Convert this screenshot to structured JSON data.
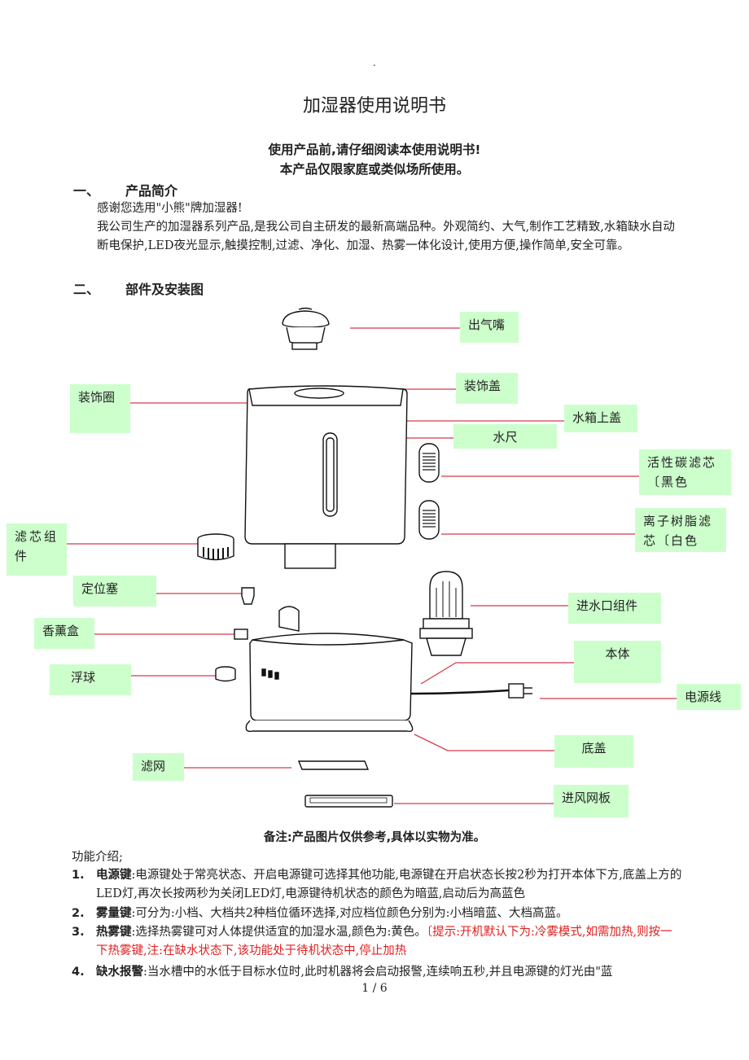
{
  "header": {
    "dot": "."
  },
  "title": "加湿器使用说明书",
  "subtitle1": "使用产品前,请仔细阅读本使用说明书!",
  "subtitle2": "本产品仅限家庭或类似场所使用。",
  "sections": [
    {
      "num": "一、",
      "title": "产品简介"
    },
    {
      "num": "二、",
      "title": "部件及安装图"
    }
  ],
  "intro": {
    "line1": "感谢您选用\"小熊\"牌加湿器!",
    "para": "我公司生产的加湿器系列产品,是我公司自主研发的最新高端品种。外观简约、大气,制作工艺精致,水箱缺水自动断电保护,LED夜光显示,触摸控制,过滤、净化、加湿、热雾一体化设计,使用方便,操作简单,安全可靠。"
  },
  "labels": {
    "outlet": "出气嘴",
    "deco_ring": "装饰圈",
    "deco_cover": "装饰盖",
    "tank_lid": "水箱上盖",
    "water_gauge": "水尺",
    "carbon_filter": "活性碳滤芯〔黑色",
    "resin_filter": "离子树脂滤芯〔白色",
    "filter_assembly": "滤芯组件",
    "position_plug": "定位塞",
    "inlet_assembly": "进水口组件",
    "aroma_box": "香薰盒",
    "body": "本体",
    "float": "浮球",
    "power_cord": "电源线",
    "bottom_cover": "底盖",
    "screen": "滤网",
    "air_panel": "进风网板"
  },
  "note": "备注:产品图片仅供参考,具体以实物为准。",
  "features_intro": "功能介绍;",
  "features": [
    {
      "num": "1.",
      "name": "电源键",
      "text": ":电源键处于常亮状态、开启电源键可选择其他功能,电源键在开启状态长按2秒为打开本体下方,底盖上方的LED灯,再次长按两秒为关闭LED灯,电源键待机状态的颜色为暗蓝,启动后为高蓝色",
      "red": ""
    },
    {
      "num": "2.",
      "name": "雾量键",
      "text": ":可分为:小档、大档共2种档位循环选择,对应档位颜色分别为:小档暗蓝、大档高蓝。",
      "red": ""
    },
    {
      "num": "3.",
      "name": "热雾键",
      "text": ":选择热雾键可对人体提供适宜的加湿水温,颜色为:黄色。",
      "red": "〔提示:开机默认下为:冷雾模式,如需加热,则按一下热雾键,注:在缺水状态下,该功能处于待机状态中,停止加热"
    },
    {
      "num": "4.",
      "name": "缺水报警",
      "text": ":当水槽中的水低于目标水位时,此时机器将会启动报警,连续响五秒,并且电源键的灯光由\"蓝",
      "red": ""
    }
  ],
  "footer": "1 / 6",
  "colors": {
    "label_bg": "#ccffcc",
    "leader": "#d33b4b",
    "warning": "#e02020"
  }
}
